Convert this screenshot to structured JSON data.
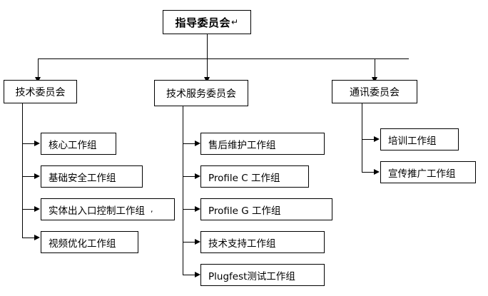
{
  "diagram": {
    "type": "org-chart",
    "title_text": "指导委员会",
    "colors": {
      "background": "#ffffff",
      "line": "#000000",
      "text": "#000000",
      "box_fill": "#ffffff"
    },
    "root": {
      "label": "指导委员会",
      "return_mark": "↵"
    },
    "branches": [
      {
        "id": "technical-committee",
        "label": "技术委员会",
        "children": [
          {
            "label": "核心工作组"
          },
          {
            "label": "基础安全工作组"
          },
          {
            "label": "实体出入口控制工作组",
            "trailing_mark": ","
          },
          {
            "label": "视频优化工作组"
          }
        ]
      },
      {
        "id": "technical-service-committee",
        "label": "技术服务委员会",
        "children": [
          {
            "label": "售后维护工作组"
          },
          {
            "label": "Profile C 工作组"
          },
          {
            "label": "Profile G 工作组"
          },
          {
            "label": "技术支持工作组"
          },
          {
            "label": "Plugfest测试工作组"
          }
        ]
      },
      {
        "id": "communications-committee",
        "label": "通讯委员会",
        "children": [
          {
            "label": "培训工作组"
          },
          {
            "label": "宣传推广工作组"
          }
        ]
      }
    ]
  }
}
